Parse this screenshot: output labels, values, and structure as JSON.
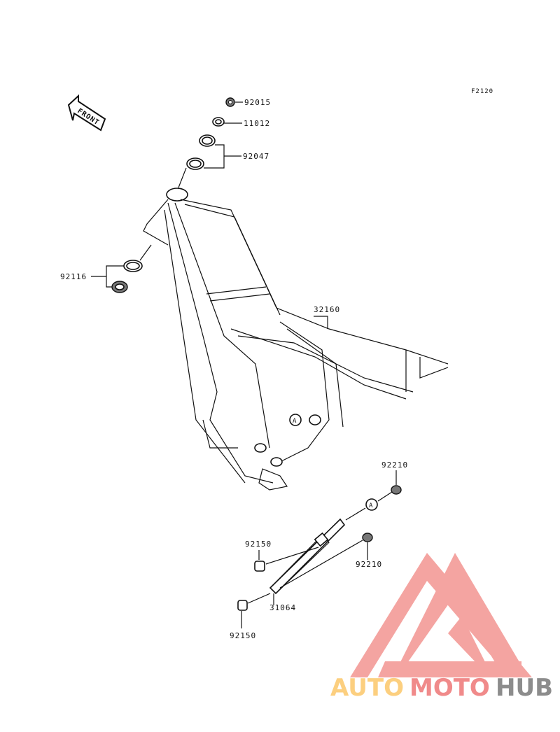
{
  "diagram": {
    "figure_code": "F2120",
    "front_arrow_label": "FRONT",
    "reference_marker": "A",
    "parts": [
      {
        "id": "p92015",
        "number": "92015"
      },
      {
        "id": "p11012",
        "number": "11012"
      },
      {
        "id": "p92047",
        "number": "92047"
      },
      {
        "id": "p92116",
        "number": "92116"
      },
      {
        "id": "p32160",
        "number": "32160"
      },
      {
        "id": "p92210a",
        "number": "92210"
      },
      {
        "id": "p92150a",
        "number": "92150"
      },
      {
        "id": "p92210b",
        "number": "92210"
      },
      {
        "id": "p31064",
        "number": "31064"
      },
      {
        "id": "p92150b",
        "number": "92150"
      }
    ]
  },
  "watermark": {
    "word1": "AUTO",
    "word2": "MOTO",
    "word3": "HUB",
    "colors": {
      "logo": "#f4a09c",
      "auto": "#fccf7f",
      "moto": "#f08a8a",
      "hub": "#8c8c8c"
    }
  }
}
